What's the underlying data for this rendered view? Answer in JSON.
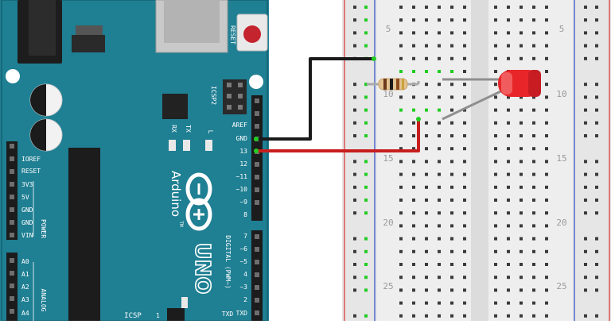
{
  "board": {
    "reset_label": "RESET",
    "icsp2_label": "ICSP2",
    "icsp_label": "ICSP",
    "icsp_pin1_mark": "1",
    "tx_led_label": "TX",
    "rx_led_label": "RX",
    "l_led_label": "L",
    "logo_text": "Arduino",
    "trademark": "TM",
    "model_text": "UNO",
    "digital_label": "DIGITAL (PWM~)",
    "power_label": "POWER",
    "analog_label": "ANALOG",
    "tx_pin_label": "TXD",
    "right_header_labels": [
      "AREF",
      "GND",
      "13",
      "12",
      "~11",
      "~10",
      "~9",
      "8"
    ],
    "right_header_lower_labels": [
      "7",
      "~6",
      "~5",
      "4",
      "~3",
      "2",
      "TXD"
    ],
    "power_header_labels": [
      "IOREF",
      "RESET",
      "3V3",
      "5V",
      "GND",
      "GND",
      "VIN"
    ],
    "analog_header_labels": [
      "A0",
      "A1",
      "A2",
      "A3",
      "A4"
    ]
  },
  "breadboard": {
    "row_numbers_left": [
      "5",
      "10",
      "15",
      "20",
      "25"
    ],
    "row_numbers_right": [
      "5",
      "10",
      "15",
      "20",
      "25"
    ]
  },
  "components": {
    "resistor": "resistor",
    "led": "red-led",
    "wires": [
      "gnd-wire-black",
      "pin13-wire-red"
    ]
  },
  "colors": {
    "board_teal": "#1f7f93",
    "board_dark": "#176b7c",
    "wire_black": "#1a1a1a",
    "wire_red": "#c81e1e",
    "led_red": "#e8262a",
    "rail_red": "#d94040",
    "rail_blue": "#3b57c9",
    "hole_green": "#22cc22"
  }
}
